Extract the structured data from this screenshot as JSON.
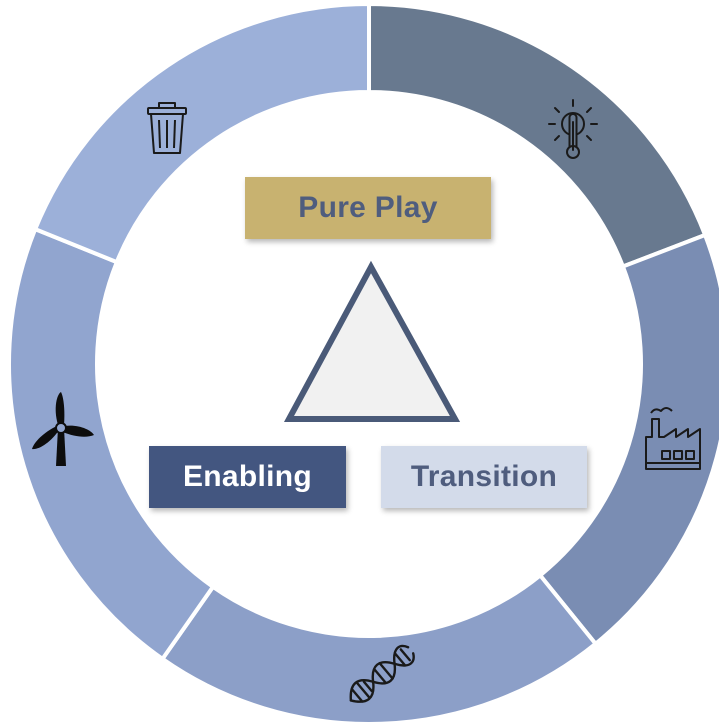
{
  "categories": {
    "pure_play": {
      "label": "Pure Play",
      "bg": "#c8b270",
      "fg": "#4f5d7e"
    },
    "enabling": {
      "label": "Enabling",
      "bg": "#435680",
      "fg": "#ffffff"
    },
    "transition": {
      "label": "Transition",
      "bg": "#d3dbea",
      "fg": "#4f5d7e"
    }
  },
  "ring_segments": [
    {
      "name": "ring-segment-thermometer",
      "color": "#68798f",
      "icon": "thermometer-icon"
    },
    {
      "name": "ring-segment-factory",
      "color": "#7a8db3",
      "icon": "factory-icon"
    },
    {
      "name": "ring-segment-dna",
      "color": "#8c9fc8",
      "icon": "dna-icon"
    },
    {
      "name": "ring-segment-wind-turbine",
      "color": "#91a5cf",
      "icon": "wind-turbine-icon"
    },
    {
      "name": "ring-segment-recycle-bin",
      "color": "#9cb0d9",
      "icon": "trash-can-icon"
    }
  ],
  "triangle": {
    "fill": "#f1f1f1",
    "stroke": "#4a5a78"
  }
}
